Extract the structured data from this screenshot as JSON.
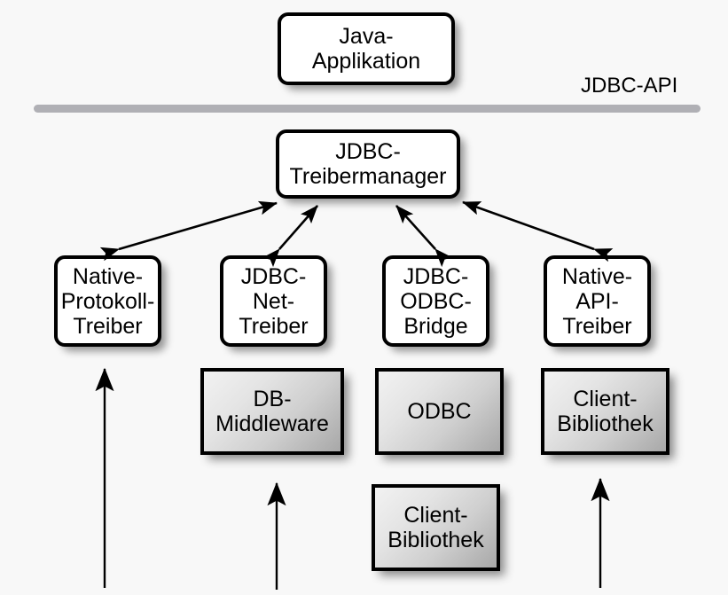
{
  "diagram": {
    "title_label": "JDBC-API",
    "background_color": "#f8f8f8",
    "line_color": "#b0b0b5",
    "box_border_color": "#000000",
    "boxes": {
      "java_app": "Java-\nApplikation",
      "driver_manager": "JDBC-\nTreibermanager",
      "native_protocol_driver": "Native-\nProtokoll-\nTreiber",
      "jdbc_net_driver": "JDBC-\nNet-\nTreiber",
      "jdbc_odbc_bridge": "JDBC-\nODBC-\nBridge",
      "native_api_driver": "Native-\nAPI-\nTreiber",
      "db_middleware": "DB-\nMiddleware",
      "odbc": "ODBC",
      "client_library_odbc": "Client-\nBibliothek",
      "client_library_native": "Client-\nBibliothek"
    }
  }
}
